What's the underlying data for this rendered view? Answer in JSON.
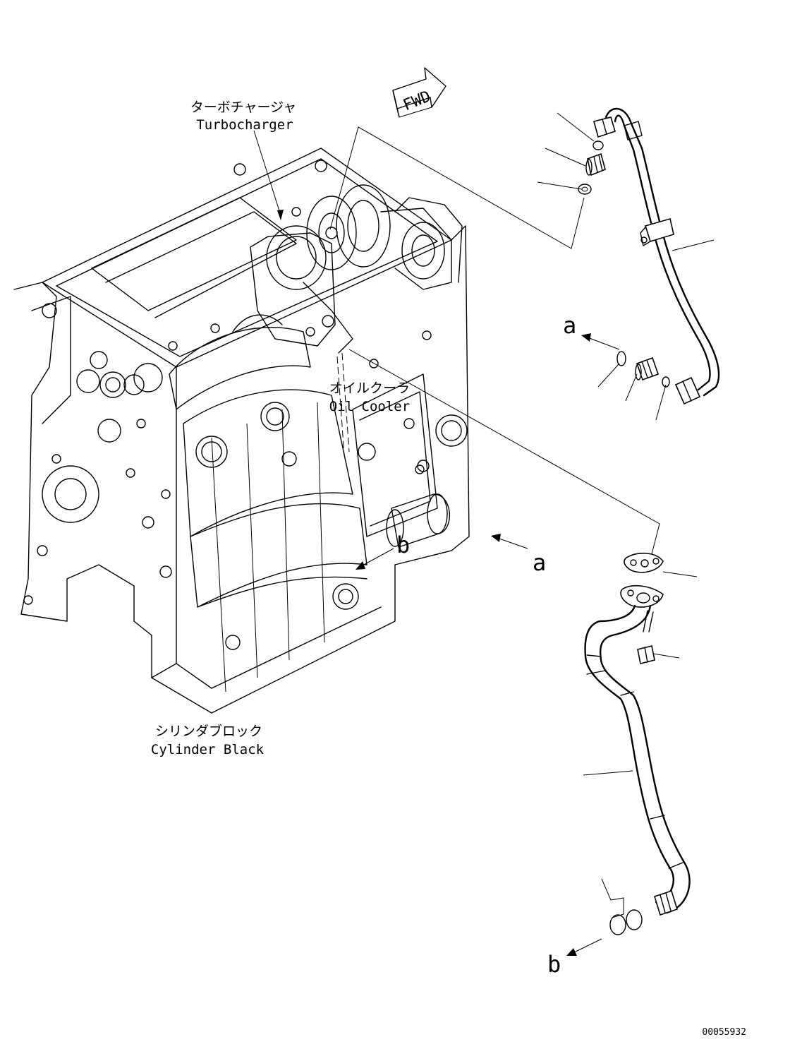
{
  "labels": {
    "turbocharger_jp": "ターボチャージャ",
    "turbocharger_en": "Turbocharger",
    "oil_cooler_jp": "オイルクーラ",
    "oil_cooler_en": "Oil Cooler",
    "cylinder_block_jp": "シリンダブロック",
    "cylinder_block_en": "Cylinder Black",
    "fwd": "FWD",
    "ref_a_upper": "a",
    "ref_a_lower": "a",
    "ref_b_block": "b",
    "ref_b_lower": "b",
    "drawing_number": "00055932"
  }
}
